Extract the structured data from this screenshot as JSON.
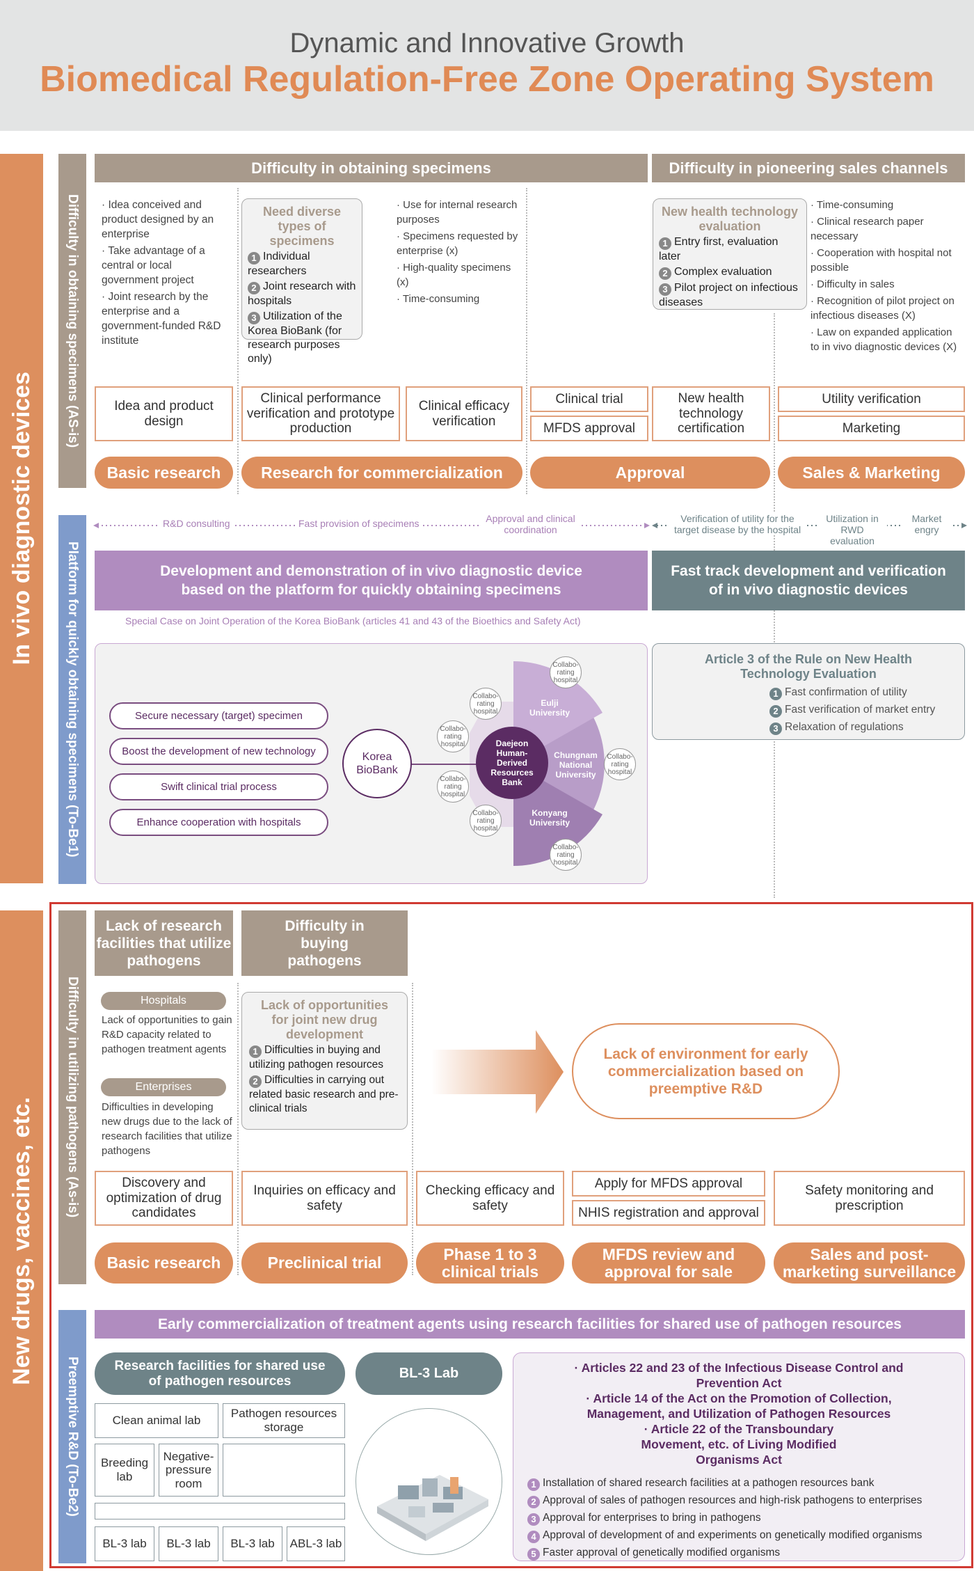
{
  "header": {
    "title1": "Dynamic and Innovative Growth",
    "title2": "Biomedical Regulation-Free Zone Operating System"
  },
  "sec1": {
    "label": "In vivo diagnostic devices",
    "asis_label": "Difficulty in obtaining specimens (AS-is)",
    "bar1": "Difficulty in obtaining specimens",
    "bar2": "Difficulty in pioneering sales channels",
    "col1_bullets": [
      "· Idea conceived and product designed by an enterprise",
      "· Take advantage of a central or local government project",
      "· Joint research by the enterprise and a government-funded R&D institute"
    ],
    "callout1": {
      "title": "Need diverse types of specimens",
      "items": [
        "Individual researchers",
        "Joint research with hospitals",
        "Utilization of the Korea BioBank (for research purposes only)"
      ]
    },
    "col3_bullets": [
      "· Use for internal research purposes",
      "· Specimens requested by enterprise (x)",
      "· High-quality specimens (x)",
      "· Time-consuming"
    ],
    "callout2": {
      "title": "New health technology evaluation",
      "items": [
        "Entry first, evaluation later",
        "Complex evaluation",
        "Pilot project on infectious diseases"
      ]
    },
    "col6_bullets": [
      "· Time-consuming",
      "· Clinical research paper necessary",
      "· Cooperation with hospital not possible",
      "· Difficulty in sales",
      "· Recognition of pilot project on infectious diseases (X)",
      "· Law on expanded application to in vivo diagnostic devices (X)"
    ],
    "steps": [
      "Idea and product design",
      "Clinical performance verification and prototype production",
      "Clinical efficacy verification",
      "Clinical trial",
      "MFDS approval",
      "New health technology certification",
      "Utility verification",
      "Marketing"
    ],
    "phases": [
      "Basic research",
      "Research for commercialization",
      "Approval",
      "Sales & Marketing"
    ],
    "tobe_label": "Platform for quickly obtaining specimens (To-Be1)",
    "arrow_labels": [
      "R&D consulting",
      "Fast provision of specimens",
      "Approval and clinical coordination",
      "Verification of utility for the target disease by the hospital",
      "Utilization in RWD evaluation",
      "Market engry"
    ],
    "purple_bar": "Development and demonstration of in vivo diagnostic device based on the platform for quickly obtaining specimens",
    "teal_bar": "Fast track development and verification of in vivo diagnostic devices",
    "special_case": "Special Case on Joint Operation of the Korea BioBank (articles 41 and 43 of the Bioethics and Safety Act)",
    "pills": [
      "Secure necessary (target) specimen",
      "Boost the development of new technology",
      "Swift clinical trial process",
      "Enhance cooperation with hospitals"
    ],
    "korea_biobank": "Korea BioBank",
    "center": "Daejeon Human-Derived Resources Bank",
    "universities": [
      "Eulji University",
      "Chungnam National University",
      "Konyang University"
    ],
    "collab": "Collabo-rating hospital",
    "article": {
      "title": "Article 3 of the Rule on New Health Technology Evaluation",
      "items": [
        "Fast confirmation of utility",
        "Fast verification of market entry",
        "Relaxation of regulations"
      ]
    }
  },
  "sec2": {
    "label": "New drugs, vaccines, etc.",
    "asis_label": "Difficulty in utilizing pathogens (As-is)",
    "box1": "Lack of research facilities that utilize pathogens",
    "box2": "Difficulty in buying pathogens",
    "hospitals_tag": "Hospitals",
    "hospitals_text": "Lack of opportunities to gain R&D capacity related to pathogen treatment agents",
    "enterprises_tag": "Enterprises",
    "enterprises_text": "Difficulties in developing new drugs due to the lack of research facilities that utilize pathogens",
    "callout": {
      "title": "Lack of opportunities for joint new drug development",
      "items": [
        "Difficulties in buying and utilizing pathogen resources",
        "Difficulties in carrying out related basic research and pre-clinical trials"
      ]
    },
    "result": "Lack of environment for early commercialization based on preemptive R&D",
    "steps": [
      "Discovery and optimization of drug candidates",
      "Inquiries on efficacy and safety",
      "Checking efficacy and safety",
      "Apply for MFDS approval",
      "NHIS registration and approval",
      "Safety monitoring and prescription"
    ],
    "phases": [
      "Basic research",
      "Preclinical trial",
      "Phase 1 to 3 clinical trials",
      "MFDS review and approval for sale",
      "Sales and post-marketing surveillance"
    ],
    "tobe_label": "Preemptive R&D (To-Be2)",
    "purple_bar": "Early commercialization of treatment agents using research facilities for shared use of pathogen resources",
    "facilities_title": "Research facilities for shared use of pathogen resources",
    "bl3_title": "BL-3 Lab",
    "labs": [
      "Clean animal lab",
      "Pathogen resources storage",
      "Breeding lab",
      "Negative-pressure room",
      "BL-3 lab",
      "BL-3 lab",
      "BL-3 lab",
      "ABL-3 lab"
    ],
    "acts": [
      "· Articles 22 and 23 of the Infectious Disease Control and Prevention Act",
      "· Article 14 of the Act on the Promotion of Collection, Management, and Utilization of Pathogen Resources",
      "· Article 22 of the Transboundary Movement, etc. of Living Modified Organisms Act"
    ],
    "items": [
      "Installation of shared research facilities at a pathogen resources bank",
      "Approval of sales of pathogen resources and high-risk pathogens to enterprises",
      "Approval for enterprises to bring in pathogens",
      "Approval of development of and experiments on genetically modified organisms",
      "Faster approval of genetically modified organisms"
    ]
  },
  "colors": {
    "orange": "#dd8f5e",
    "taupe": "#a89a8c",
    "purple": "#b08cbf",
    "slate": "#6e8388",
    "blue": "#7f9bcb",
    "red": "#d03a32"
  }
}
